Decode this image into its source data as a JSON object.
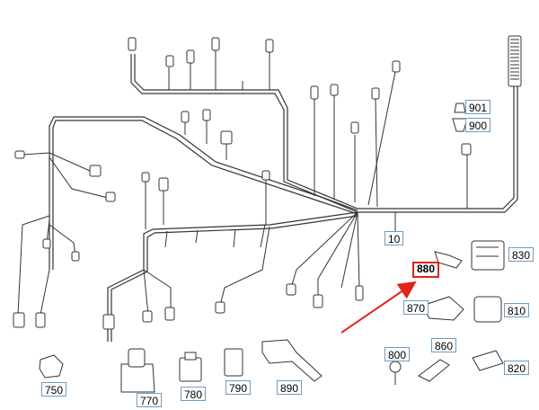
{
  "diagram": {
    "accent_color": "#e2231a",
    "label_border_color": "#6e9bc4",
    "callouts": [
      {
        "id": "c750",
        "text": "750"
      },
      {
        "id": "c770",
        "text": "770"
      },
      {
        "id": "c780",
        "text": "780"
      },
      {
        "id": "c790",
        "text": "790"
      },
      {
        "id": "c890",
        "text": "890"
      },
      {
        "id": "c10",
        "text": "10"
      },
      {
        "id": "c901",
        "text": "901"
      },
      {
        "id": "c900",
        "text": "900"
      },
      {
        "id": "c880",
        "text": "880"
      },
      {
        "id": "c830",
        "text": "830"
      },
      {
        "id": "c870",
        "text": "870"
      },
      {
        "id": "c810",
        "text": "810"
      },
      {
        "id": "c800",
        "text": "800"
      },
      {
        "id": "c860",
        "text": "860"
      },
      {
        "id": "c820",
        "text": "820"
      }
    ],
    "highlighted_callout": "880"
  }
}
